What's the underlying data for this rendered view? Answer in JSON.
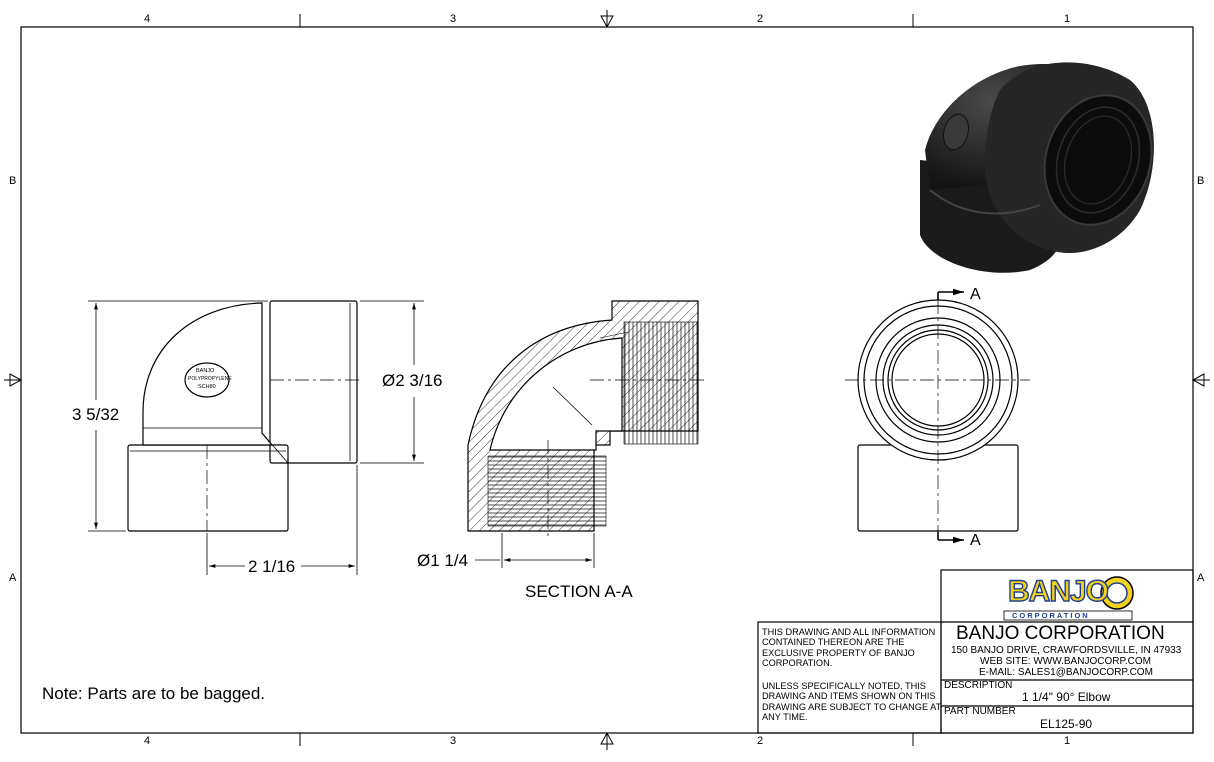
{
  "drawing": {
    "zone_columns": [
      "4",
      "3",
      "2",
      "1"
    ],
    "zone_rows": [
      "B",
      "A"
    ],
    "dimensions": {
      "height": "3 5/32",
      "width": "2 1/16",
      "outer_diameter": "Ø2 3/16",
      "thread_diameter": "Ø1 1/4"
    },
    "section_label": "SECTION A-A",
    "section_marker": "A",
    "part_stamp": [
      "BANJO",
      "POLYPROPYLENE",
      "SCH80"
    ],
    "note": "Note: Parts are to be bagged."
  },
  "title_block": {
    "logo_text": "BANJO",
    "logo_subtext": "CORPORATION",
    "company": "BANJO CORPORATION",
    "address": "150 BANJO DRIVE, CRAWFORDSVILLE, IN 47933",
    "website": "WEB SITE: WWW.BANJOCORP.COM",
    "email": "E-MAIL: SALES1@BANJOCORP.COM",
    "description_label": "DESCRIPTION",
    "description": "1 1/4\" 90° Elbow",
    "part_number_label": "PART NUMBER",
    "part_number": "EL125-90",
    "disclaimer_1": "THIS DRAWING AND ALL INFORMATION CONTAINED THEREON ARE THE EXCLUSIVE PROPERTY OF BANJO CORPORATION.",
    "disclaimer_2": "UNLESS SPECIFICALLY NOTED, THIS DRAWING AND ITEMS SHOWN ON THIS DRAWING ARE SUBJECT TO CHANGE AT ANY TIME."
  },
  "colors": {
    "line": "#000000",
    "logo_yellow": "#f5d21a",
    "logo_blue": "#1e3f8f",
    "render_dark": "#2a2a2a"
  }
}
